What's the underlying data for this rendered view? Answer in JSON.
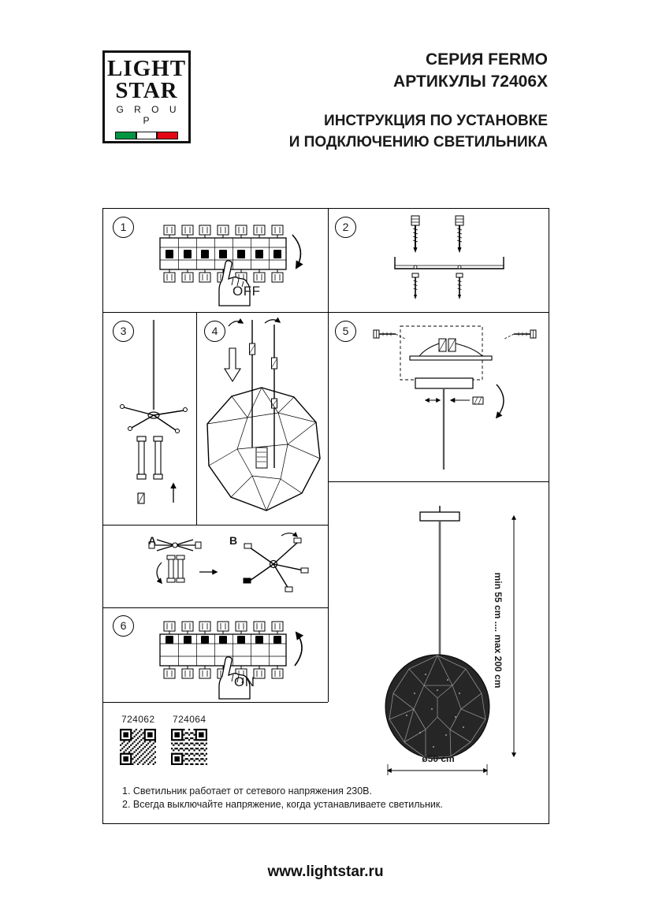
{
  "logo": {
    "line1": "LIGHT",
    "line2": "STAR",
    "line3": "G R O U P"
  },
  "header": {
    "series": "СЕРИЯ FERMO",
    "articles": "АРТИКУЛЫ 72406X",
    "title_line1": "ИНСТРУКЦИЯ ПО УСТАНОВКЕ",
    "title_line2": "И ПОДКЛЮЧЕНИЮ СВЕТИЛЬНИКА"
  },
  "steps": [
    {
      "number": "1",
      "label": "OFF"
    },
    {
      "number": "2",
      "label": ""
    },
    {
      "number": "3",
      "label": ""
    },
    {
      "number": "4",
      "label": ""
    },
    {
      "number": "5",
      "label": ""
    },
    {
      "number": "6",
      "label": "ON"
    }
  ],
  "variants": {
    "a": "A",
    "b": "B"
  },
  "products": [
    {
      "code": "724062"
    },
    {
      "code": "724064"
    }
  ],
  "dimensions": {
    "height_range": "min 55 cm .... max 200 cm",
    "diameter": "ø50 cm"
  },
  "notes": [
    "1. Светильник работает от сетевого напряжения 230В.",
    "2. Всегда выключайте напряжение, когда устанавливаете светильник."
  ],
  "footer": {
    "website": "www.lightstar.ru"
  },
  "icons": {
    "logo_flag": "italian-flag-icon",
    "step1": "circuit-breaker-off-diagram",
    "step2": "mounting-hardware-diagram",
    "step3": "cross-bracket-rods-diagram",
    "step4": "shade-assembly-diagram",
    "step5": "ceiling-plate-diagram",
    "variants": "bracket-variants-diagram",
    "step6": "circuit-breaker-on-diagram",
    "overview": "pendant-lamp-diagram",
    "qr": "qr-code"
  },
  "colors": {
    "ink": "#1a1a1a",
    "line": "#000000",
    "flag_green": "#009540",
    "flag_red": "#e30613",
    "shade_fill": "#262626"
  }
}
